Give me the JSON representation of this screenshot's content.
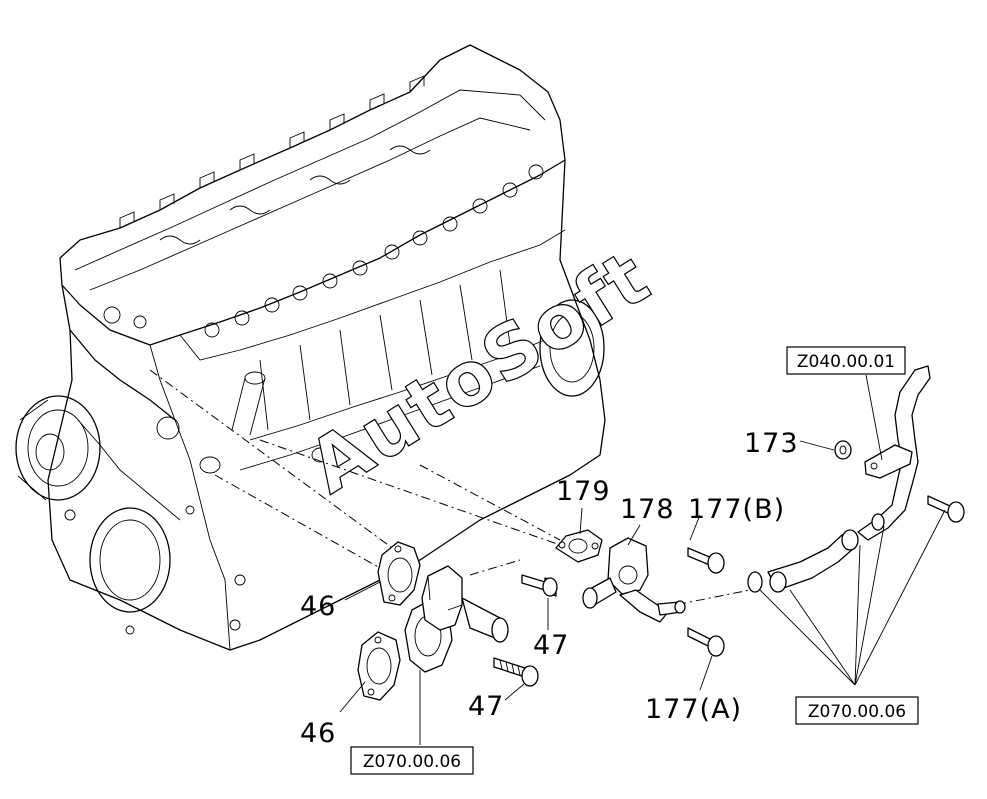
{
  "watermark": "AutoSoft",
  "refs": {
    "top_right": "Z040.00.01",
    "bottom_right": "Z070.00.06",
    "bottom_left": "Z070.00.06"
  },
  "callouts": {
    "p46_upper": "46",
    "p46_lower": "46",
    "p47_upper": "47",
    "p47_lower": "47",
    "p173": "173",
    "p177a": "177(A)",
    "p177b": "177(B)",
    "p178": "178",
    "p179": "179"
  }
}
